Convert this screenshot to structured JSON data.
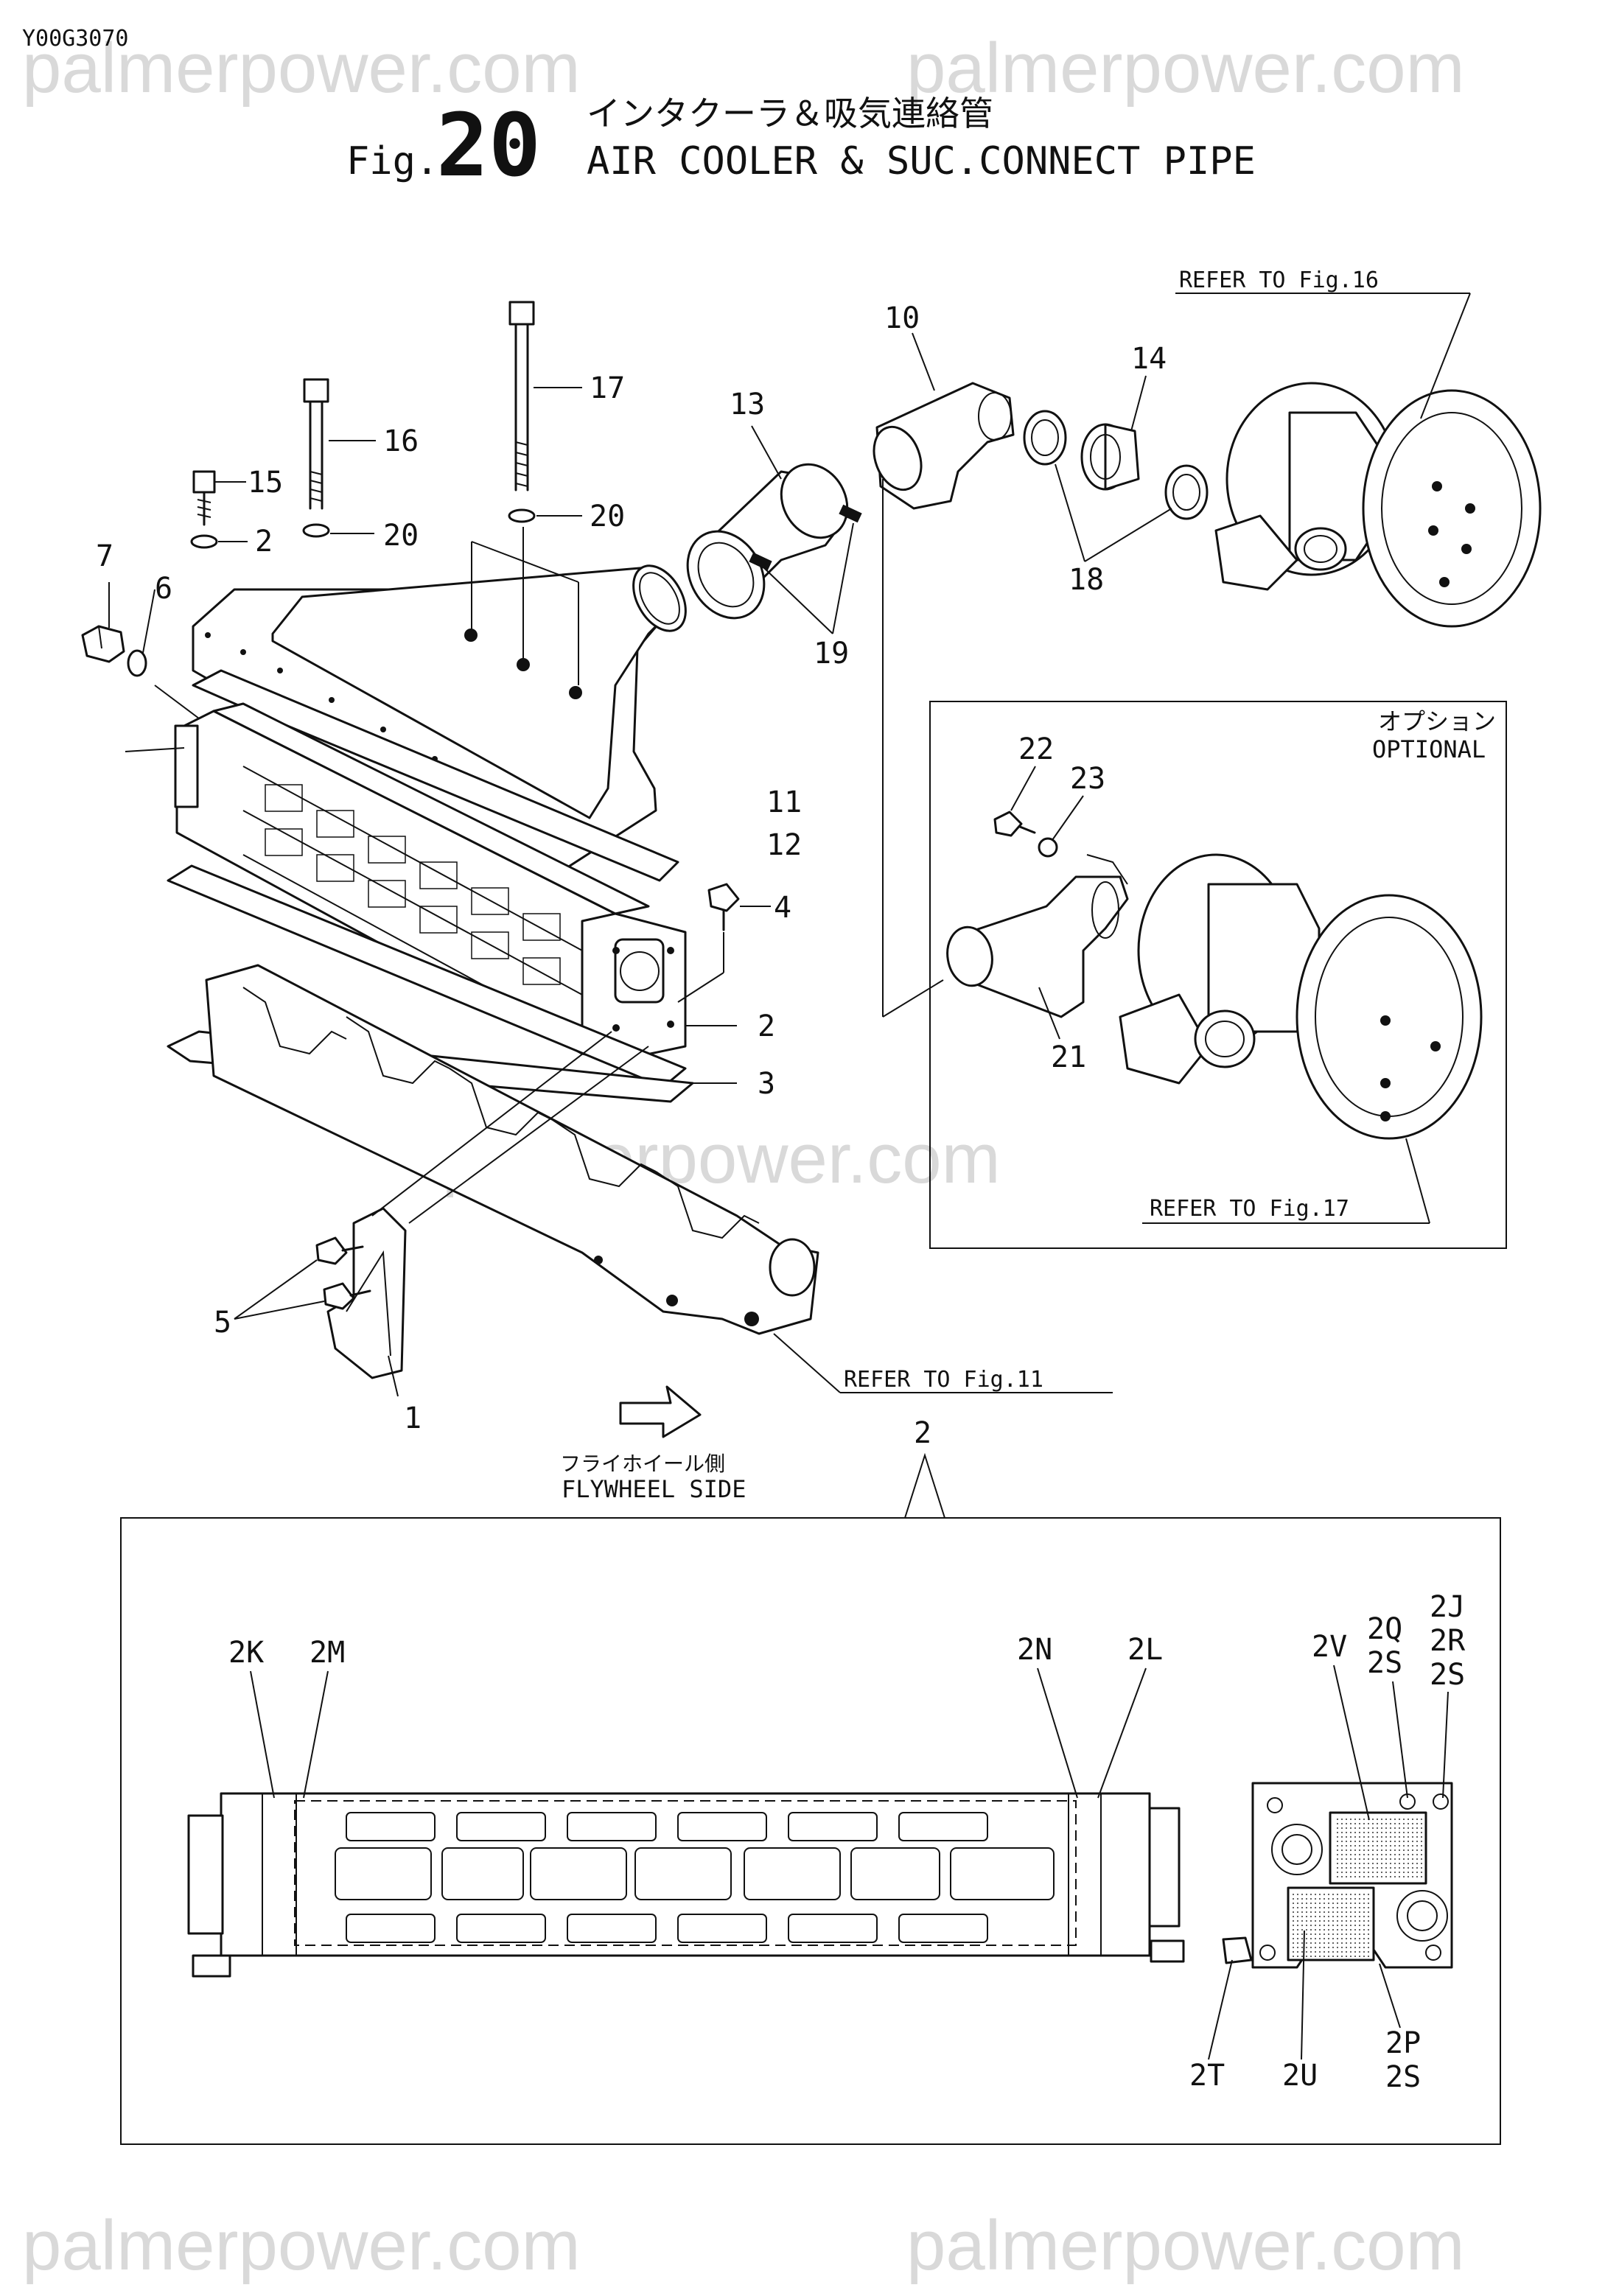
{
  "header": {
    "doc_code": "Y00G3070",
    "fig_prefix": "Fig.",
    "fig_number": "20",
    "title_jp": "インタクーラ＆吸気連絡管",
    "title_en": "AIR COOLER & SUC.CONNECT PIPE"
  },
  "watermarks": {
    "top_left": "palmerpower.com",
    "top_right": "palmerpower.com",
    "middle": "palmerpower.com",
    "bottom_left": "palmerpower.com",
    "bottom_right": "palmerpower.com"
  },
  "references": {
    "fig16": "REFER TO Fig.16",
    "fig17": "REFER TO Fig.17",
    "fig11": "REFER TO Fig.11"
  },
  "optional_box": {
    "label_jp": "オプション",
    "label_en": "OPTIONAL"
  },
  "flywheel": {
    "label_jp": "フライホイール側",
    "label_en": "FLYWHEEL SIDE"
  },
  "callouts": {
    "c1": "1",
    "c2a": "2",
    "c2b": "2",
    "c3": "3",
    "c4": "4",
    "c5": "5",
    "c6": "6",
    "c7": "7",
    "c10": "10",
    "c11": "11",
    "c12": "12",
    "c13": "13",
    "c14": "14",
    "c15": "15",
    "c16": "16",
    "c17": "17",
    "c18": "18",
    "c19": "19",
    "c20a": "20",
    "c20b": "20",
    "c21": "21",
    "c22": "22",
    "c23": "23"
  },
  "detail": {
    "title": "2",
    "labels": {
      "k": "2K",
      "m": "2M",
      "n": "2N",
      "l": "2L",
      "v": "2V",
      "q": "2Q",
      "s1": "2S",
      "j": "2J",
      "r": "2R",
      "s2": "2S",
      "t": "2T",
      "u": "2U",
      "p": "2P",
      "s3": "2S"
    }
  }
}
